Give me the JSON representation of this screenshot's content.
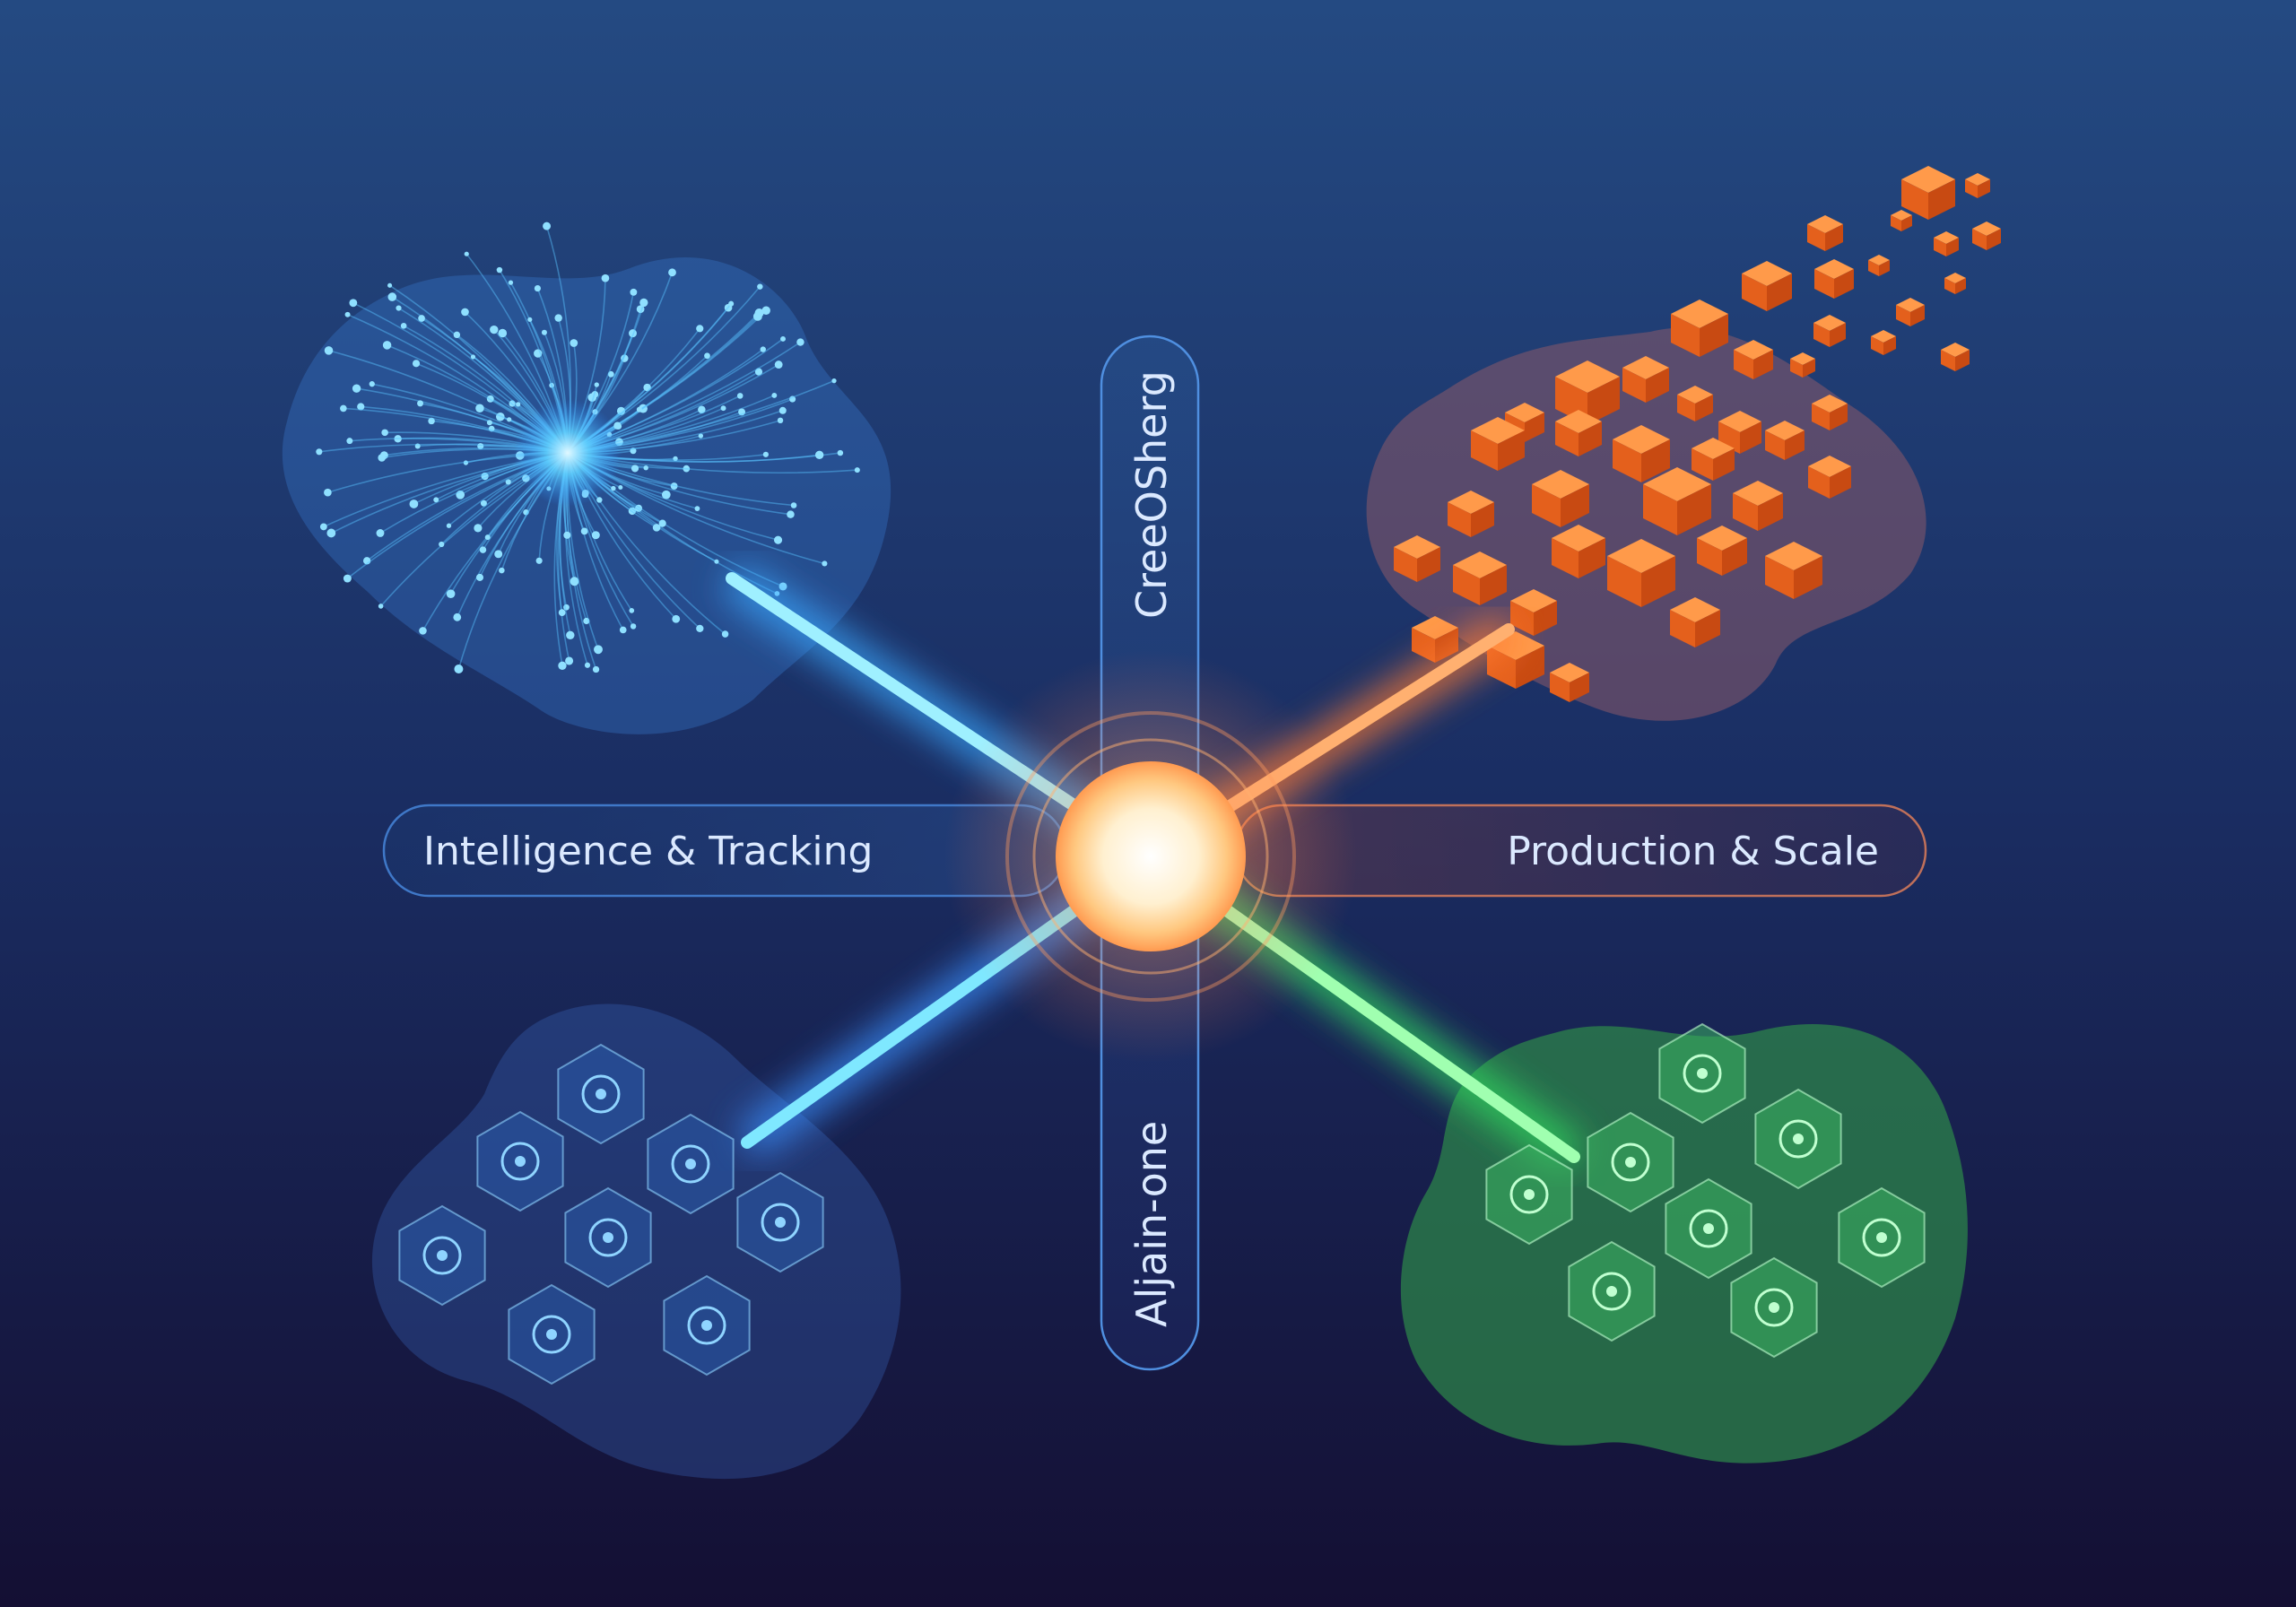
{
  "labels": {
    "top": "CreeOSherg",
    "bottom": "Aljain-one",
    "left": "Intelligence & Tracking",
    "right": "Production & Scale"
  },
  "colors": {
    "background_top": "#244a82",
    "background_bottom": "#140f33",
    "intelligence": "#3fb4ff",
    "production": "#f2772e",
    "automation": "#3aa9ff",
    "quality": "#3fdc6a",
    "core": "#fff4d8"
  },
  "icons": {
    "bottom_left": [
      "document-icon",
      "gear-face-icon",
      "gear-icon",
      "gear-icon",
      "no-entry-icon",
      "toolbox-icon",
      "dial-icon",
      "book-icon"
    ],
    "bottom_right": [
      "shield-icon",
      "pen-icon",
      "compass-icon",
      "eye-icon",
      "dashboard-icon",
      "gear-icon",
      "image-icon",
      "clock-icon"
    ]
  }
}
